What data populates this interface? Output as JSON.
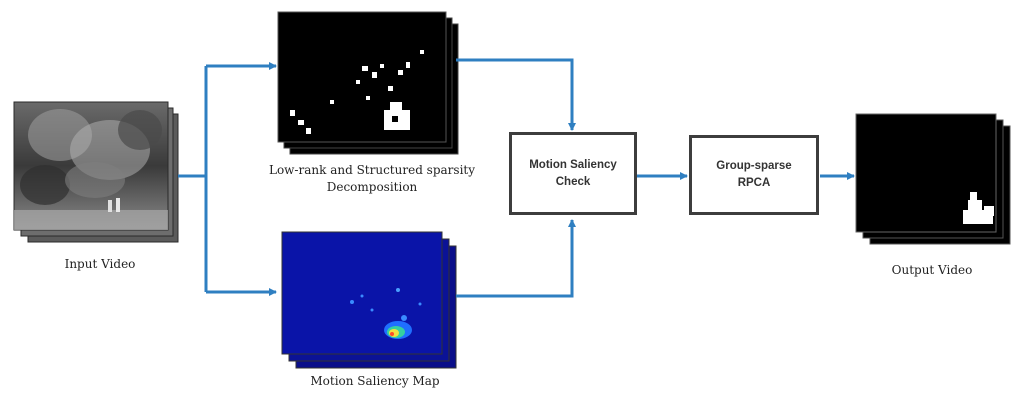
{
  "captions": {
    "input_video": "Input Video",
    "lowrank_line1": "Low-rank and Structured sparsity",
    "lowrank_line2": "Decomposition",
    "saliency_map": "Motion Saliency Map",
    "output_video": "Output Video"
  },
  "boxes": {
    "motion_saliency_line1": "Motion Saliency",
    "motion_saliency_line2": "Check",
    "group_sparse_line1": "Group-sparse",
    "group_sparse_line2": "RPCA"
  },
  "colors": {
    "arrow": "#2f7fc1",
    "box_border": "#3d3d3d",
    "mask_bg": "#000000",
    "saliency_bg": "#0a14a8"
  }
}
